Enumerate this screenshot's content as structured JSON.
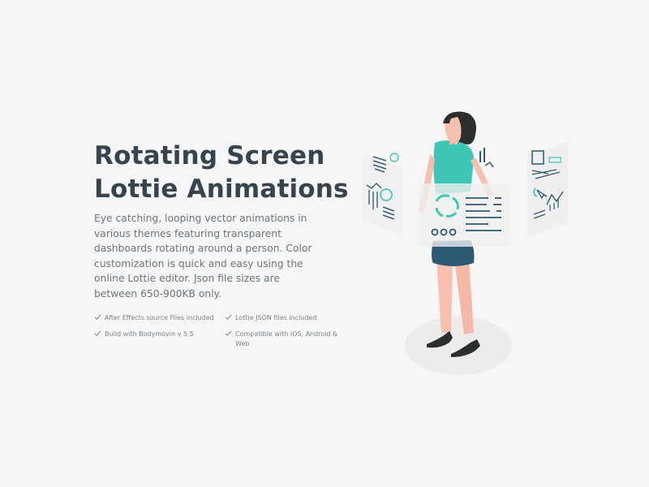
{
  "hero": {
    "title_line1": "Rotating Screen",
    "title_line2": "Lottie Animations",
    "description": "Eye catching, looping vector animations in various themes featuring transparent dashboards rotating around a person. Color customization is quick and easy using the online Lottie editor. Json file sizes are between 650-900KB only."
  },
  "features": [
    {
      "icon": "check-icon",
      "label": "After Effects source Files included"
    },
    {
      "icon": "check-icon",
      "label": "Lottie JSON files included"
    },
    {
      "icon": "check-icon",
      "label": "Build with Bodymovin v 5.5"
    },
    {
      "icon": "check-icon",
      "label": "Compatible with iOS, Android & Web"
    }
  ],
  "colors": {
    "background": "#f6f6f6",
    "title": "#36444f",
    "text": "#6a757d",
    "teal": "#3ec6b6",
    "navy": "#2c5a70",
    "skin": "#f7bfae",
    "hair": "#2b2f2d"
  }
}
